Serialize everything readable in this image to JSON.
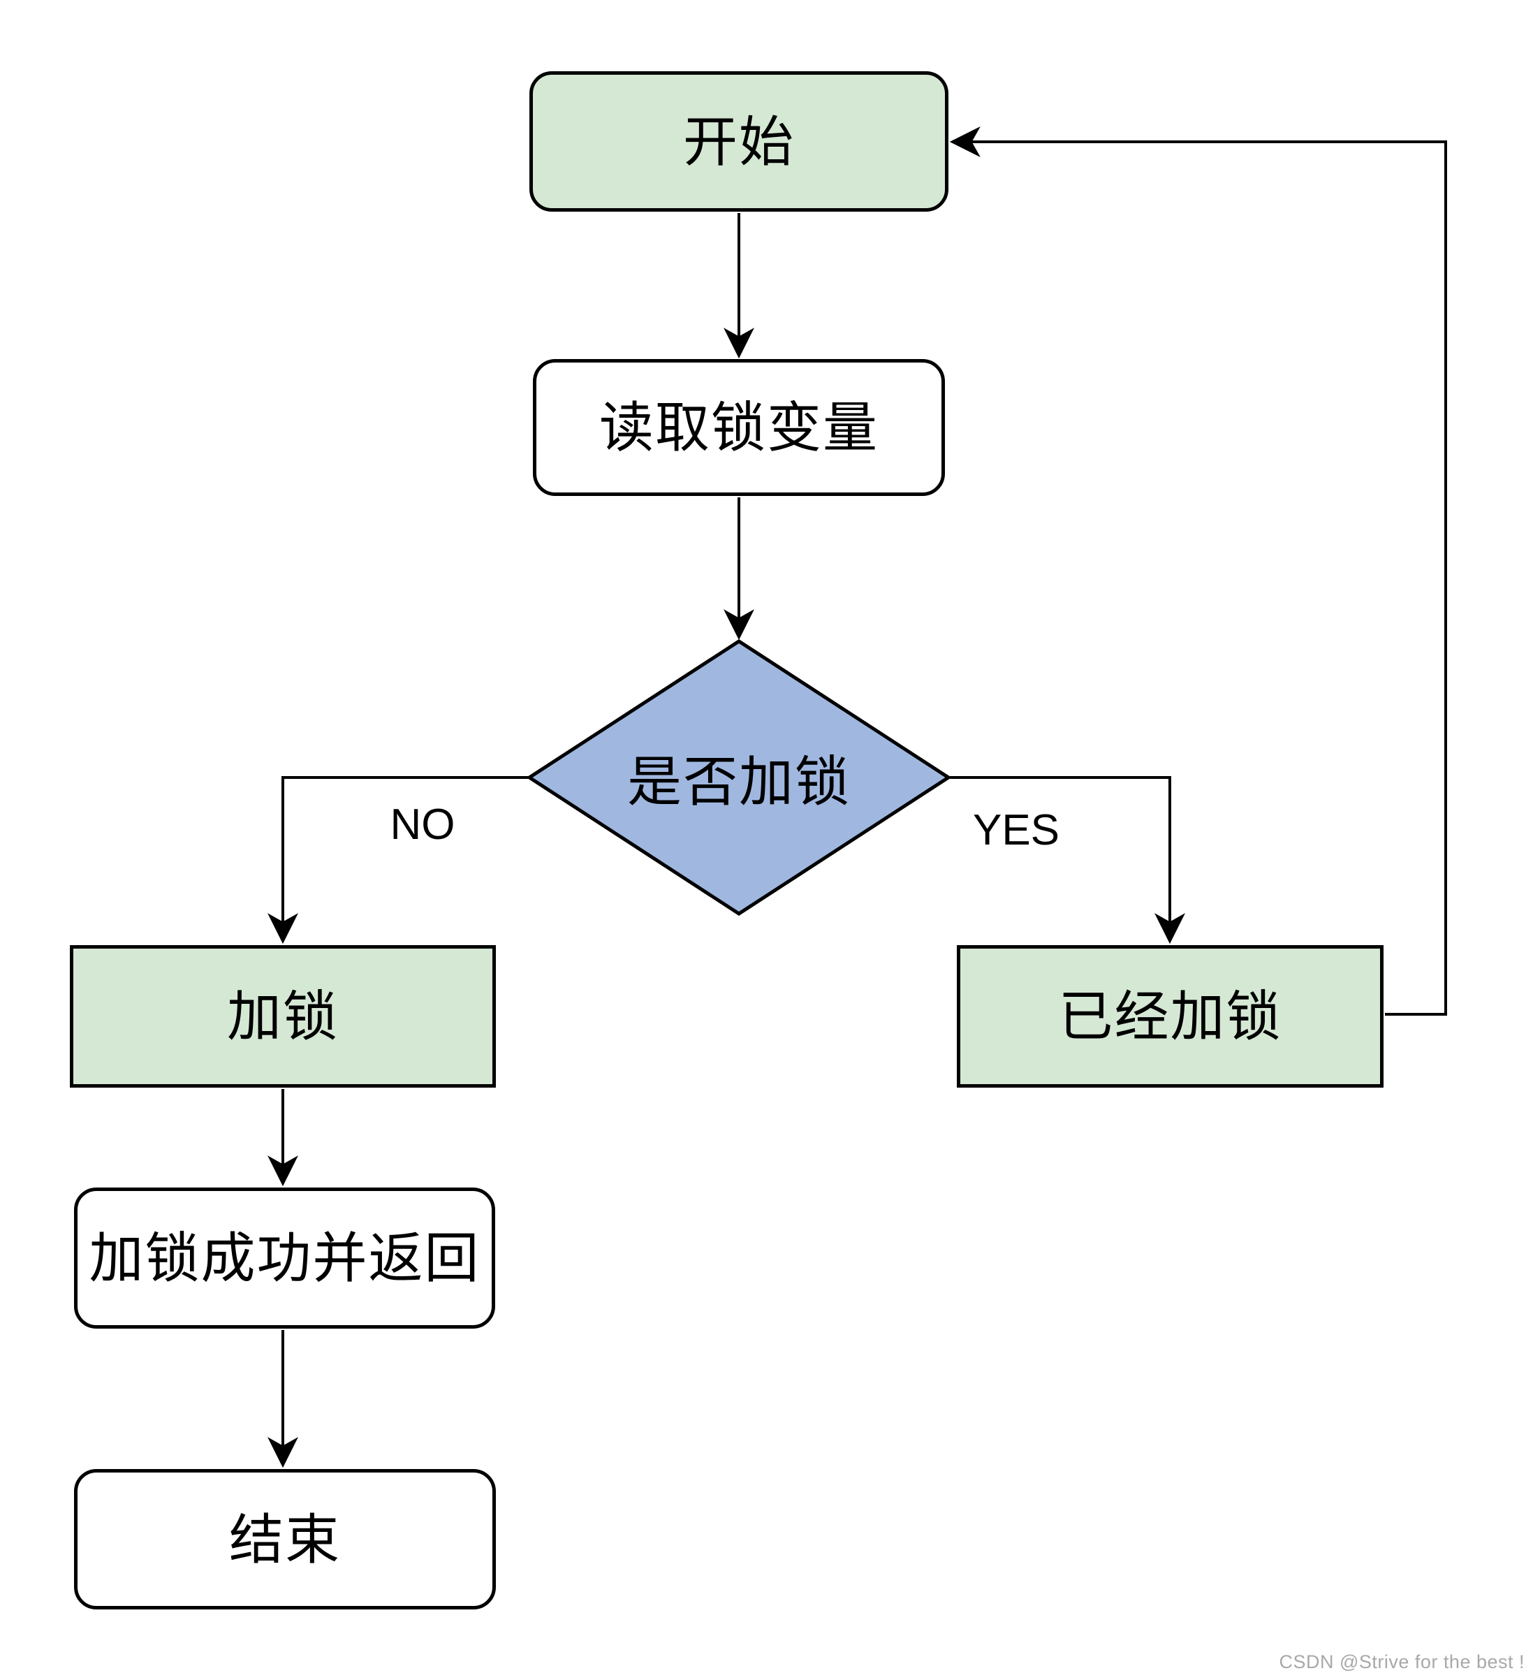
{
  "diagram": {
    "title_implicit": "lock acquisition flowchart",
    "nodes": {
      "start": {
        "label": "开始",
        "shape": "rounded-rect",
        "fill": "#d5e8d4"
      },
      "read": {
        "label": "读取锁变量",
        "shape": "rounded-rect",
        "fill": "#ffffff"
      },
      "decision": {
        "label": "是否加锁",
        "shape": "diamond",
        "fill": "#a0b8e0"
      },
      "lock": {
        "label": "加锁",
        "shape": "rect",
        "fill": "#d5e8d4"
      },
      "already": {
        "label": "已经加锁",
        "shape": "rect",
        "fill": "#d5e8d4"
      },
      "success": {
        "label": "加锁成功并返回",
        "shape": "rounded-rect",
        "fill": "#ffffff"
      },
      "end": {
        "label": "结束",
        "shape": "rounded-rect",
        "fill": "#ffffff"
      }
    },
    "edge_labels": {
      "no": "NO",
      "yes": "YES"
    },
    "edges": [
      "start -> read",
      "read -> decision",
      "decision -NO-> lock",
      "decision -YES-> already",
      "lock -> success",
      "success -> end",
      "already -> start (loop back)"
    ],
    "colors": {
      "green_fill": "#d5e8d4",
      "blue_fill": "#a0b8e0",
      "white_fill": "#ffffff",
      "stroke": "#000000",
      "background": "#ffffff",
      "watermark_gray": "#a8a8a8"
    }
  },
  "watermark": {
    "text": "CSDN @Strive for the best !"
  }
}
